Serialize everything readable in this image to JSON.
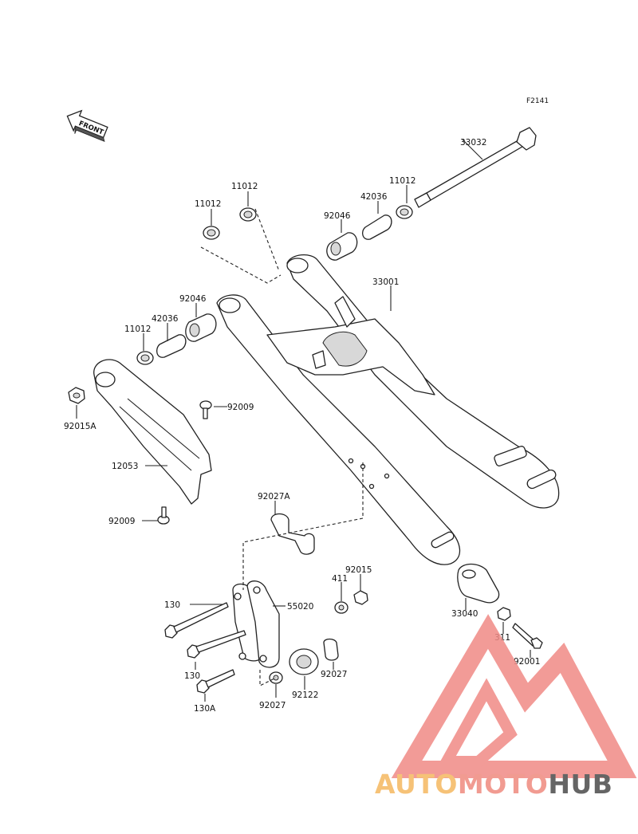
{
  "diagram": {
    "reference_code": "F2141",
    "front_arrow_text": "FRONT",
    "labels": {
      "p33032": "33032",
      "p11012_a": "11012",
      "p11012_b": "11012",
      "p11012_c": "11012",
      "p11012_d": "11012",
      "p42036_a": "42036",
      "p42036_b": "42036",
      "p92046_a": "92046",
      "p92046_b": "92046",
      "p33001": "33001",
      "p92009_a": "92009",
      "p92009_b": "92009",
      "p92015A": "92015A",
      "p12053": "12053",
      "p92027A": "92027A",
      "p411": "411",
      "p92015": "92015",
      "p130_a": "130",
      "p130_b": "130",
      "p130A": "130A",
      "p55020": "55020",
      "p33040": "33040",
      "p311": "311",
      "p92001": "92001",
      "p92027_a": "92027",
      "p92027_b": "92027",
      "p92122": "92122"
    }
  },
  "watermark": {
    "auto": "AUTO",
    "moto": "MOTO",
    "hub": "HUB",
    "colors": {
      "auto": "#f5b860",
      "moto": "#ef8a7e",
      "hub": "#4b4b4b",
      "triangle": "#f08a86"
    }
  }
}
